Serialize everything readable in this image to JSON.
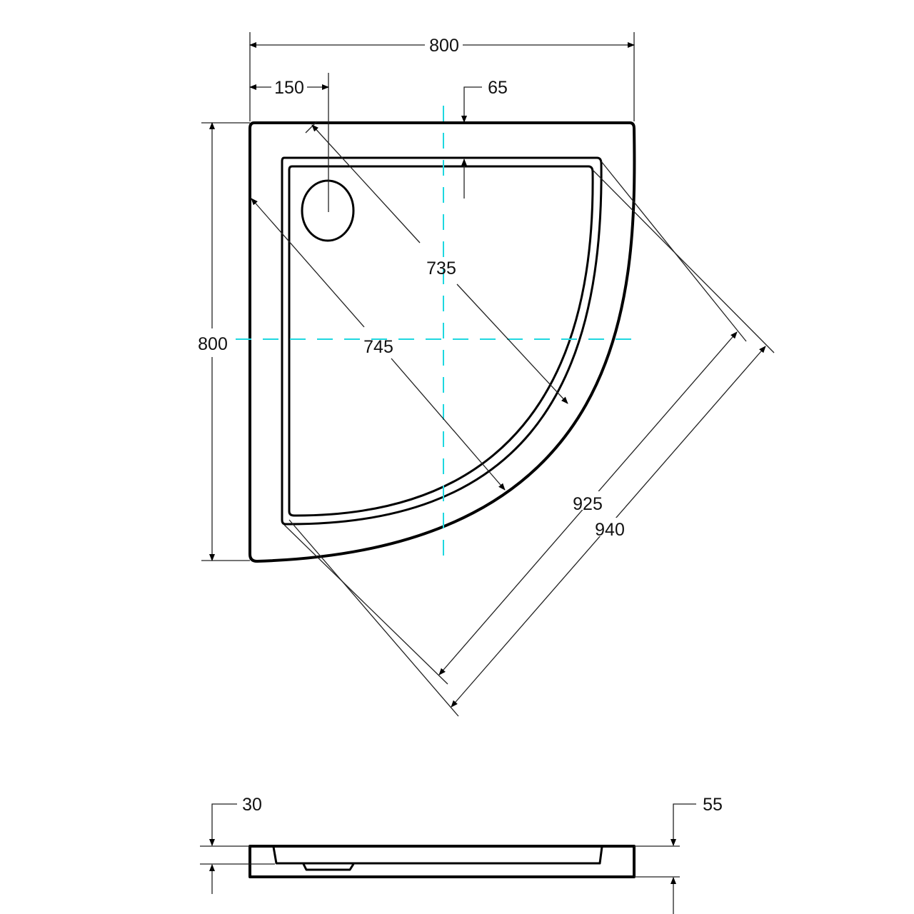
{
  "top_view": {
    "dimensions": {
      "overall_width": "800",
      "drain_offset": "150",
      "rim_depth": "65",
      "overall_depth": "800",
      "inner_diagonal": "735",
      "outer_diagonal": "745",
      "rim_diagonal_inner": "925",
      "rim_diagonal_outer": "940"
    }
  },
  "side_view": {
    "dimensions": {
      "basin_depth": "30",
      "total_height": "55"
    }
  },
  "colors": {
    "line": "#000000",
    "axis": "#1fd8e0"
  }
}
